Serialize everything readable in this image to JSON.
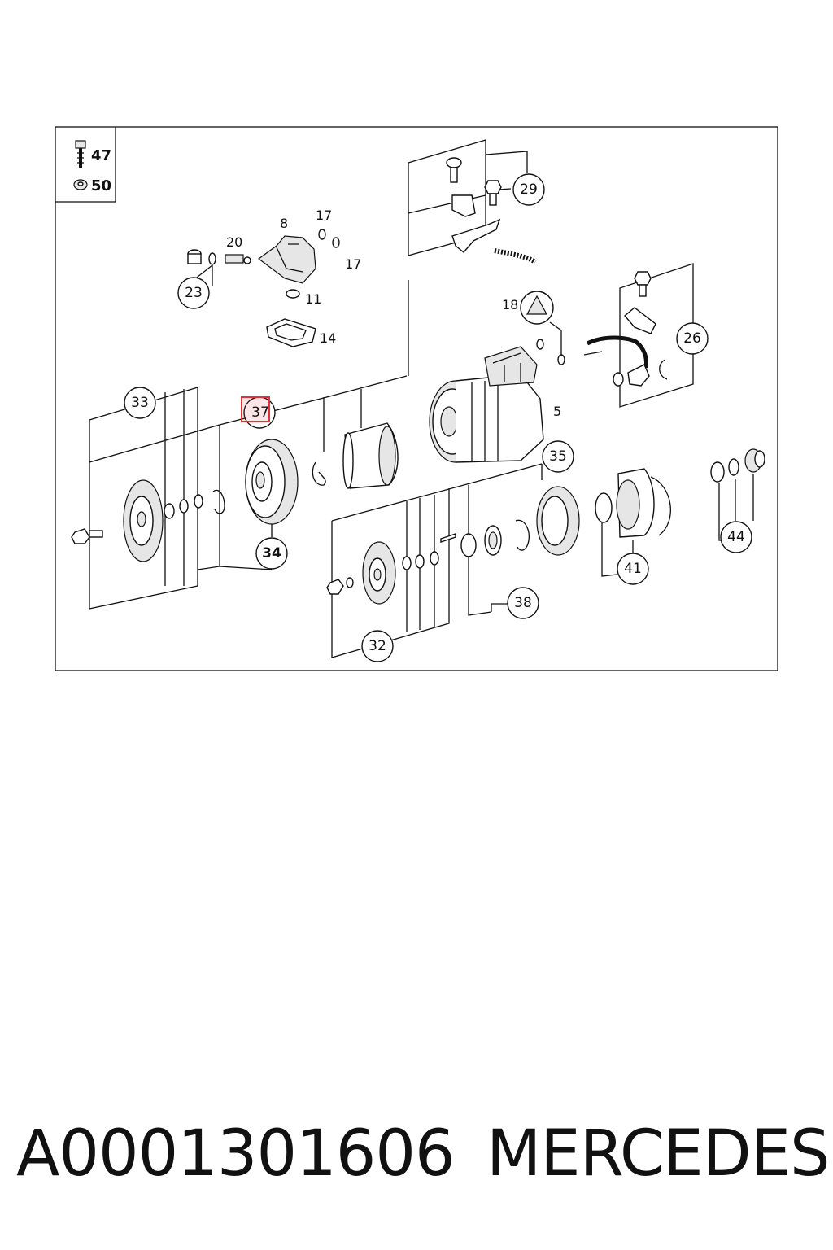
{
  "legend": [
    {
      "number": "47",
      "icon": "bolt-icon"
    },
    {
      "number": "50",
      "icon": "washer-icon"
    }
  ],
  "callouts": {
    "c23": "23",
    "c29": "29",
    "c26": "26",
    "c33": "33",
    "c37": "37",
    "c34": "34",
    "c35": "35",
    "c44": "44",
    "c41": "41",
    "c38": "38",
    "c32": "32"
  },
  "labels": {
    "l8": "8",
    "l17a": "17",
    "l17b": "17",
    "l20": "20",
    "l11": "11",
    "l14": "14",
    "l18": "18",
    "l5": "5"
  },
  "highlight": {
    "callout": "37",
    "color": "#e0303a"
  },
  "caption": {
    "part_number": "A0001301606",
    "brand": "MERCEDES"
  }
}
